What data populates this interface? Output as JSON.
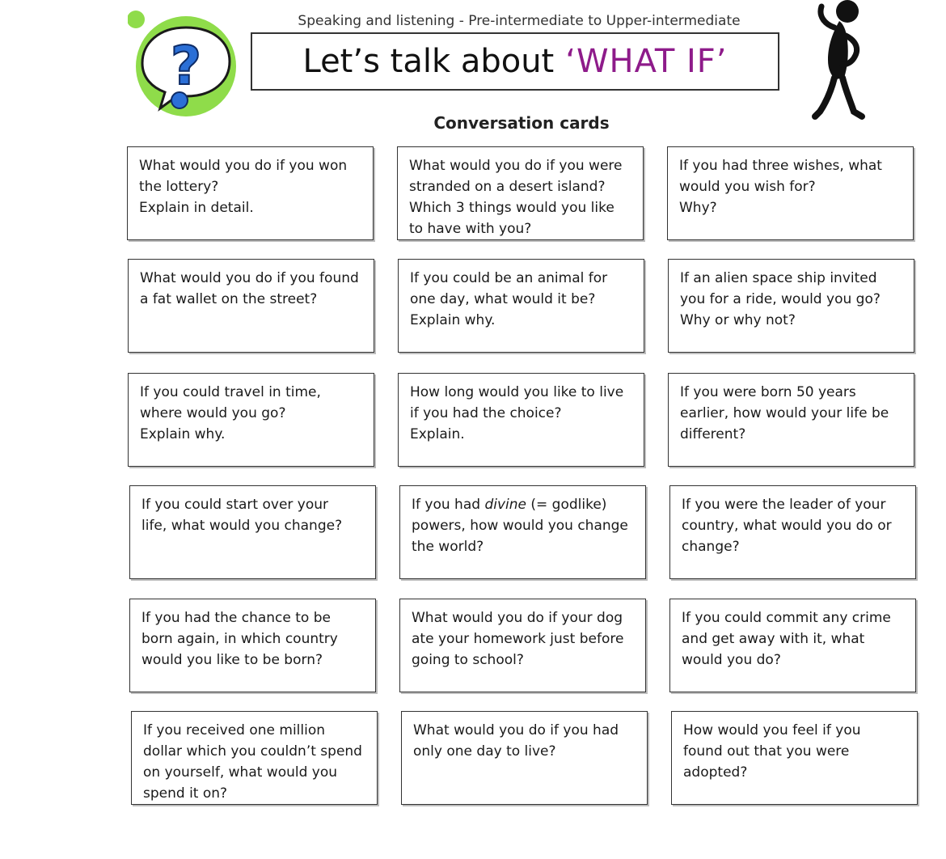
{
  "header": {
    "subtitle": "Speaking and listening - Pre-intermediate to Upper-intermediate",
    "title_main": "Let’s talk about",
    "title_accent": "‘WHAT IF’",
    "accent_color": "#8e1b8a",
    "logo_icon": "question-speech-bubble-icon",
    "figure_icon": "thinking-person-silhouette-icon"
  },
  "section_heading": "Conversation cards",
  "cards": [
    "What would you do if you won\nthe lottery?\nExplain in detail.",
    "What would you do if you were\nstranded on a desert island?\nWhich 3 things would you like\nto have with you?",
    "If you had three wishes, what\nwould you wish for?\nWhy?",
    "What would you do if you found\na fat wallet on the street?",
    "If you could be an animal for\none day, what would it be?\nExplain why.",
    "If an alien space ship invited\nyou for a ride, would you go?\nWhy or why not?",
    "If you could travel in time,\nwhere would you go?\nExplain why.",
    "How long would you like to live\nif you had the choice?\nExplain.",
    "If you were born 50 years\nearlier, how would your life be\ndifferent?",
    "If you could start over your\nlife, what would you change?",
    {
      "before": "If you had ",
      "italic": "divine",
      "after": " (= godlike)\npowers, how would you change\nthe world?"
    },
    "If you were the leader of your\ncountry, what would you do or\nchange?",
    "If you had the chance to be\nborn again, in which country\nwould you like to be born?",
    "What would you do if your dog\nate your homework just before\ngoing to school?",
    "If you could commit any crime\nand get away with it, what\nwould you do?",
    "If you received one million\ndollar which you couldn’t spend\non yourself, what would you\nspend it on?",
    "What would you do if you had\nonly one day to live?",
    "How would you feel if you\nfound out that you were\nadopted?"
  ]
}
